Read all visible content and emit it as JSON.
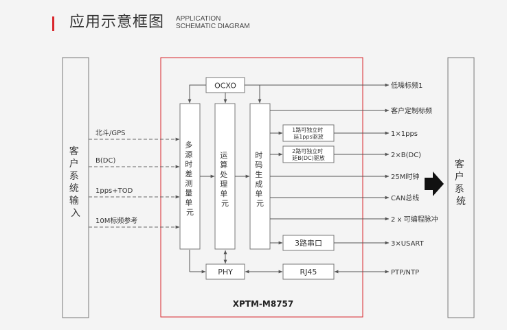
{
  "header": {
    "title": "应用示意框图",
    "subtitle_line1": "APPLICATION",
    "subtitle_line2": "SCHEMATIC DIAGRAM"
  },
  "diagram": {
    "left_panel": [
      "客",
      "户",
      "系",
      "统",
      "输",
      "入"
    ],
    "right_panel": [
      "客",
      "户",
      "系",
      "统"
    ],
    "model": "XPTM-M8757",
    "ocxo": "OCXO",
    "phy": "PHY",
    "rj45": "RJ45",
    "serial": "3路串口",
    "measure_unit": [
      "多",
      "源",
      "时",
      "差",
      "测",
      "量",
      "单",
      "元"
    ],
    "compute_unit": [
      "运",
      "算",
      "处",
      "理",
      "单",
      "元"
    ],
    "timecode_unit": [
      "时",
      "码",
      "生",
      "成",
      "单",
      "元"
    ],
    "driver1": [
      "1路可独立时",
      "延1pps驱放"
    ],
    "driver2": [
      "2路可独立时",
      "延B(DC)驱放"
    ],
    "inputs": [
      "北斗/GPS",
      "B(DC)",
      "1pps+TOD",
      "10M标频参考"
    ],
    "outputs": [
      "低噪标频1",
      "客户定制标频",
      "1×1pps",
      "2×B(DC)",
      "25M时钟",
      "CAN总线",
      "2 x 可编程脉冲",
      "3×USART",
      "PTP/NTP"
    ]
  }
}
